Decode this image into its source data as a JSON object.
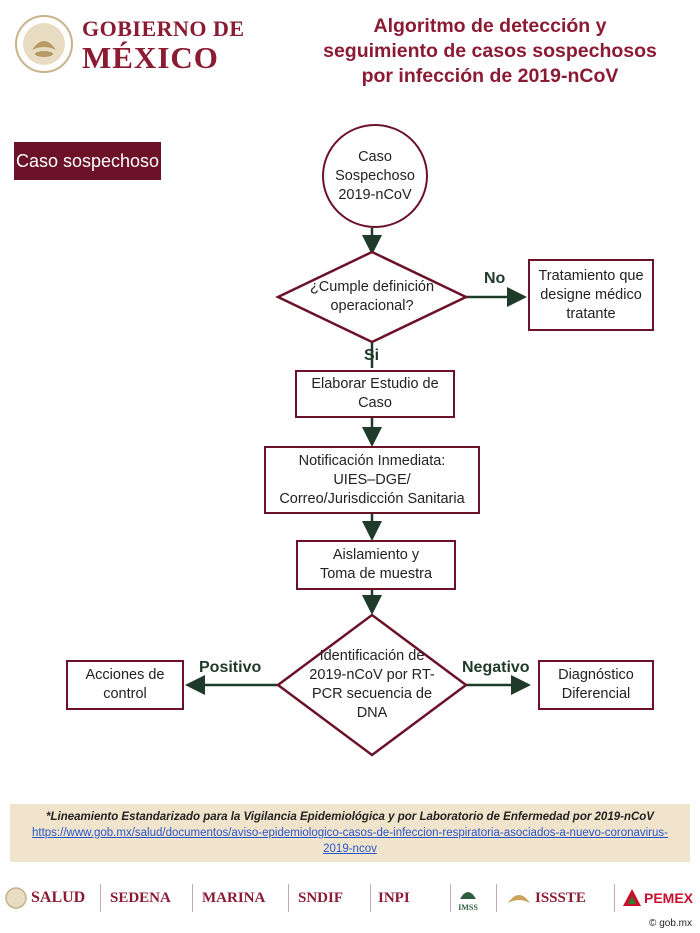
{
  "header": {
    "gov_line1": "GOBIERNO DE",
    "gov_line2": "MÉXICO",
    "title_lines": [
      "Algoritmo de detección y",
      "seguimiento de casos sospechosos",
      "por infección de 2019-nCoV"
    ]
  },
  "badge": "Caso sospechoso",
  "flow": {
    "start": [
      "Caso",
      "Sospechoso",
      "2019-nCoV"
    ],
    "decision1": [
      "¿Cumple definición",
      "operacional?"
    ],
    "no_label": "No",
    "treatment": [
      "Tratamiento que",
      "designe médico",
      "tratante"
    ],
    "si_label": "Si",
    "step1": [
      "Elaborar Estudio de",
      "Caso"
    ],
    "step2": [
      "Notificación Inmediata:",
      "UIES–DGE/",
      "Correo/Jurisdicción Sanitaria"
    ],
    "step3": [
      "Aislamiento y",
      "Toma de muestra"
    ],
    "decision2": [
      "Identificación de",
      "2019-nCoV por RT-",
      "PCR secuencia de",
      "DNA"
    ],
    "positivo_label": "Positivo",
    "negativo_label": "Negativo",
    "control": [
      "Acciones de",
      "control"
    ],
    "differential": [
      "Diagnóstico",
      "Diferencial"
    ]
  },
  "footnote": {
    "title": "*Lineamiento Estandarizado para la Vigilancia Epidemiológica y por Laboratorio de Enfermedad por 2019-nCoV",
    "link_line1": "https://www.gob.mx/salud/documentos/aviso-epidemiologico-casos-de-infeccion-respiratoria-asociados-a-nuevo-coronavirus-",
    "link_line2": "2019-ncov"
  },
  "logos": {
    "salud": "SALUD",
    "sedena": "SEDENA",
    "marina": "MARINA",
    "sndif": "SNDIF",
    "inpi": "INPI",
    "imss": "IMSS",
    "issste": "ISSSTE",
    "pemex": "PEMEX"
  },
  "watermark": "© gob.mx",
  "colors": {
    "brand": "#6b1229",
    "brand_text": "#8b1a33",
    "arrow": "#1f3a28",
    "footnote_bg": "#f1e4cc"
  }
}
